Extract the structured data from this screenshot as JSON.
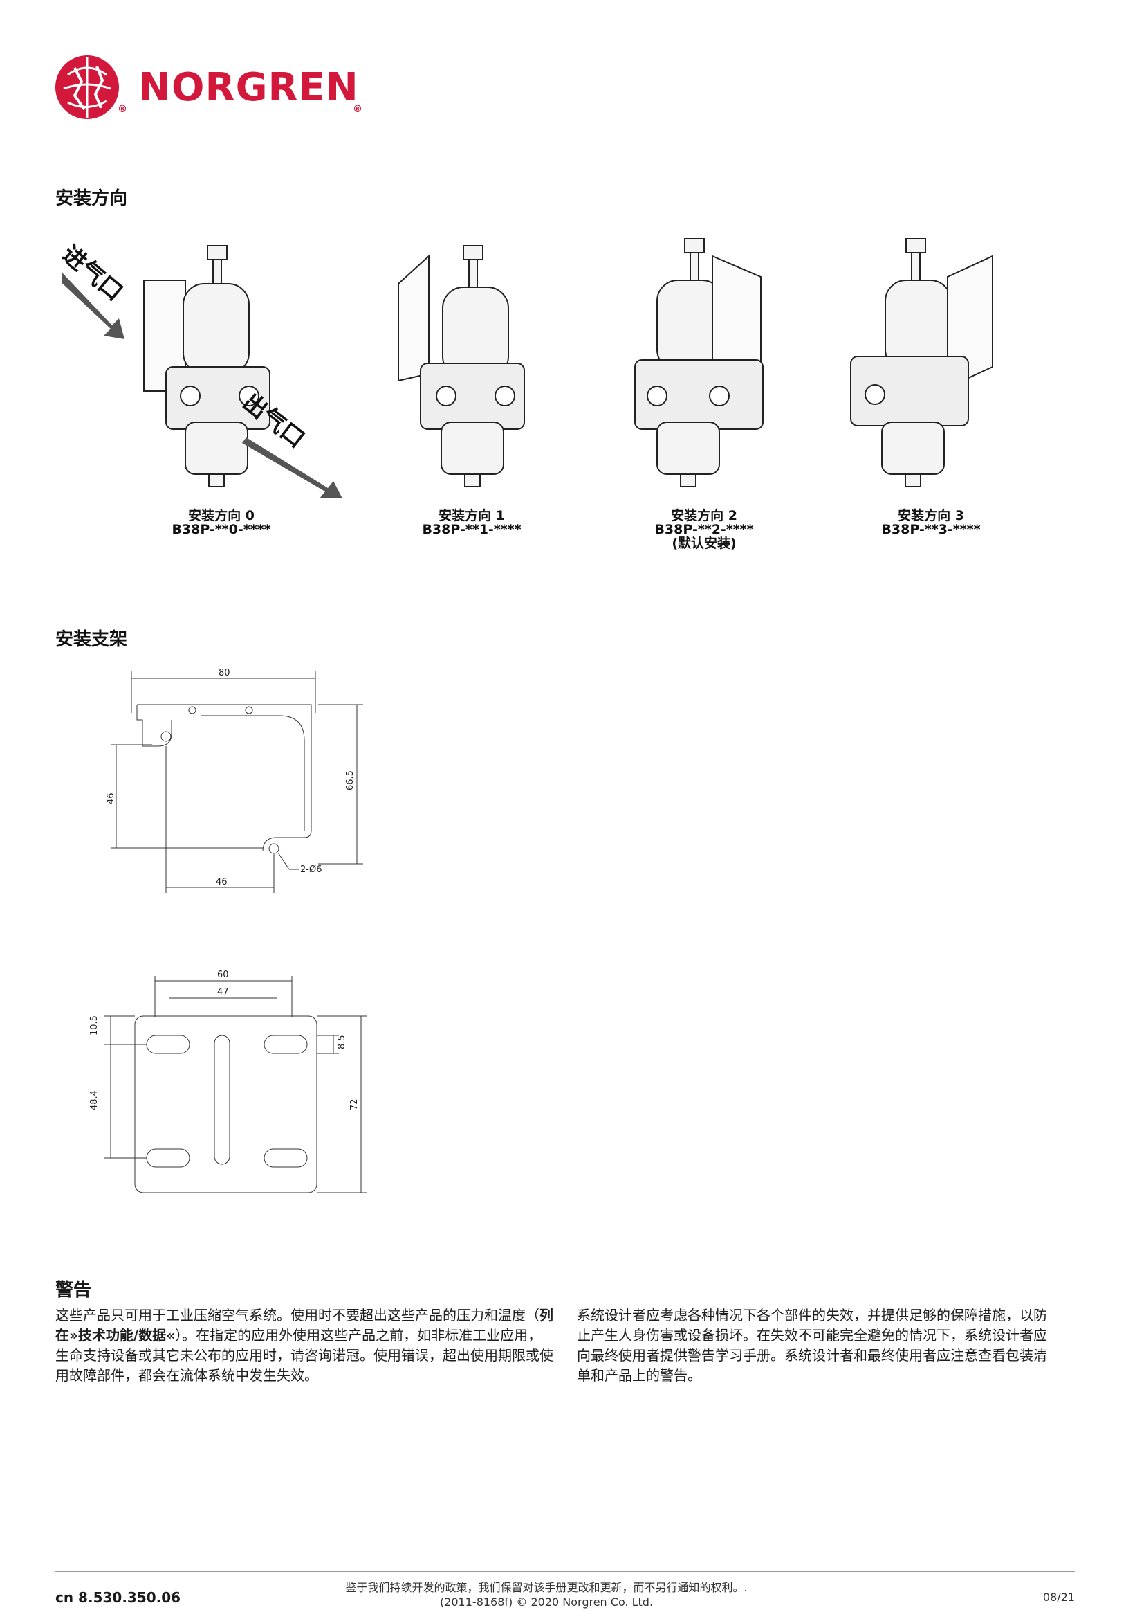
{
  "brand": {
    "name": "NORGREN",
    "reg_mark": "®"
  },
  "sections": {
    "orientation_title": "安装方向",
    "bracket_title": "安装支架"
  },
  "arrows": {
    "inlet": "进气口",
    "outlet": "出气口"
  },
  "orientations": [
    {
      "line1": "安装方向 0",
      "line2": "B38P-**0-****",
      "line3": ""
    },
    {
      "line1": "安装方向 1",
      "line2": "B38P-**1-****",
      "line3": ""
    },
    {
      "line1": "安装方向 2",
      "line2": "B38P-**2-****",
      "line3": "(默认安装)"
    },
    {
      "line1": "安装方向 3",
      "line2": "B38P-**3-****",
      "line3": ""
    }
  ],
  "dims_side": {
    "width": "80",
    "height": "66.5",
    "vertical": "46",
    "horizontal": "46",
    "hole": "2-Ø6"
  },
  "dims_front": {
    "width": "60",
    "holes_spacing": "47",
    "top_offset": "10.5",
    "slot": "8.5",
    "vertical_spacing": "48.4",
    "height": "72"
  },
  "warning": {
    "title": "警告",
    "col1_a": "这些产品只可用于工业压缩空气系统。使用时不要超出这些产品的压力和温度（",
    "col1_bold": "列在»技术功能/数据«",
    "col1_b": "）。在指定的应用外使用这些产品之前，如非标准工业应用，生命支持设备或其它未公布的应用时，请咨询诺冠。使用错误，超出使用期限或使用故障部件，都会在流体系统中发生失效。",
    "col2": "系统设计者应考虑各种情况下各个部件的失效，并提供足够的保障措施，以防止产生人身伤害或设备损坏。在失效不可能完全避免的情况下，系统设计者应向最终使用者提供警告学习手册。系统设计者和最终使用者应注意查看包装清单和产品上的警告。"
  },
  "footer": {
    "doc_number": "cn 8.530.350.06",
    "notice": "鉴于我们持续开发的政策，我们保留对该手册更改和更新，而不另行通知的权利。.",
    "copyright": "(2011-8168f) © 2020 Norgren Co. Ltd.",
    "date": "08/21"
  },
  "colors": {
    "brand_red": "#d2193c",
    "line": "#333333"
  }
}
